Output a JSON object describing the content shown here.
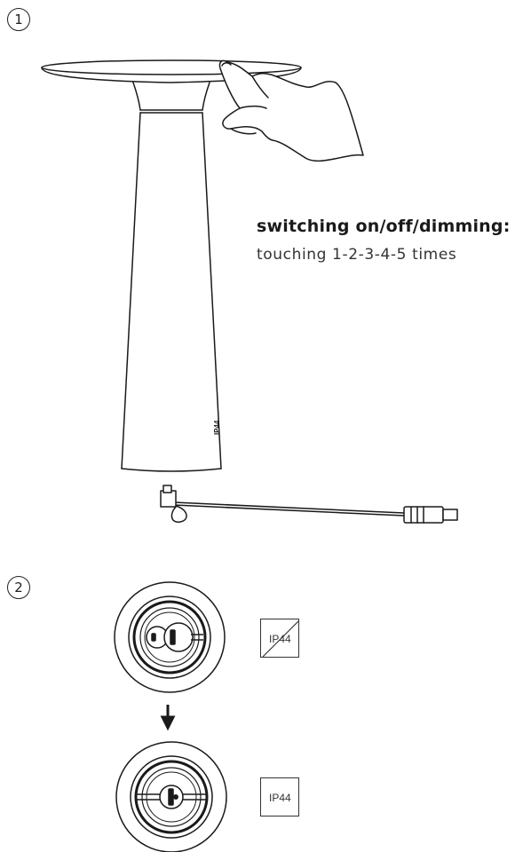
{
  "steps": [
    {
      "number": "1"
    },
    {
      "number": "2"
    }
  ],
  "instructions": {
    "title": "switching on/off/dimming:",
    "text": "touching 1-2-3-4-5 times"
  },
  "lamp": {
    "base_marking": "IP44"
  },
  "ip_badges": [
    {
      "label": "IP44",
      "crossed": true
    },
    {
      "label": "IP44",
      "crossed": false
    }
  ]
}
